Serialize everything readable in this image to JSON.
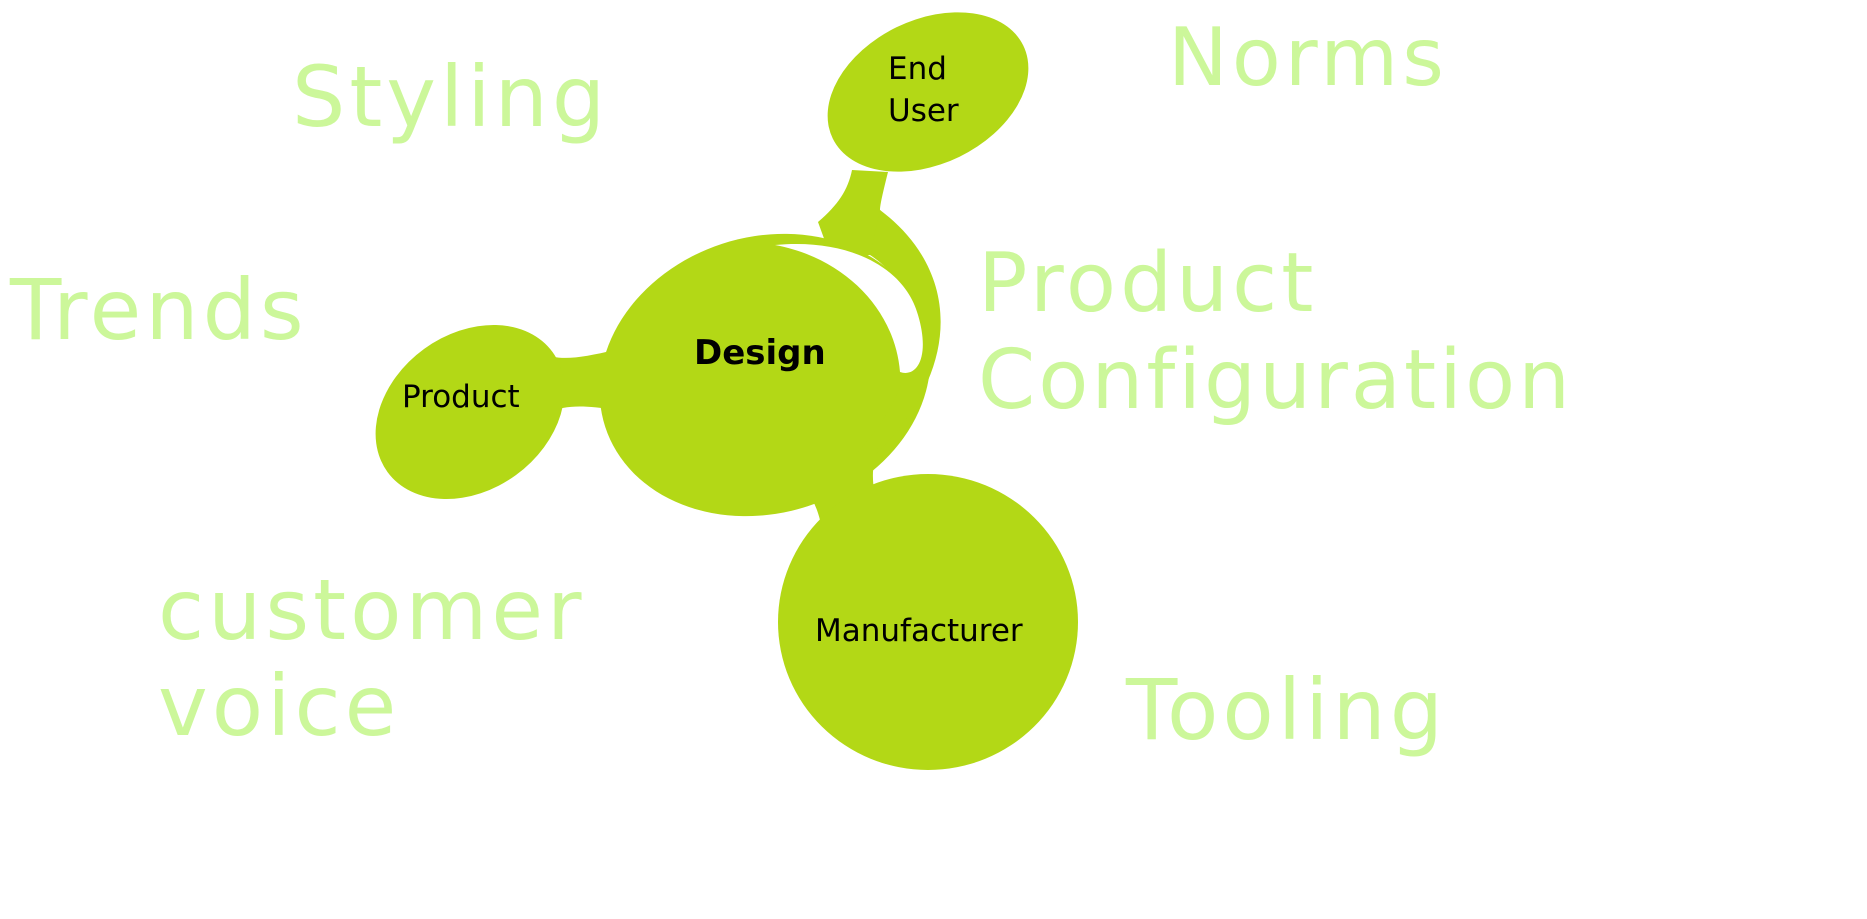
{
  "colors": {
    "shape_fill": "#b3d816",
    "background_text": "#ccf79a",
    "node_text": "#000000",
    "background": "#ffffff"
  },
  "background_words": {
    "styling": "Styling",
    "norms": "Norms",
    "trends": "Trends",
    "product_configuration_line1": "Product",
    "product_configuration_line2": "Configuration",
    "customer_voice_line1": "customer",
    "customer_voice_line2": "voice",
    "tooling": "Tooling"
  },
  "nodes": {
    "center": "Design",
    "end_user_line1": "End",
    "end_user_line2": "User",
    "product": "Product",
    "manufacturer": "Manufacturer"
  }
}
